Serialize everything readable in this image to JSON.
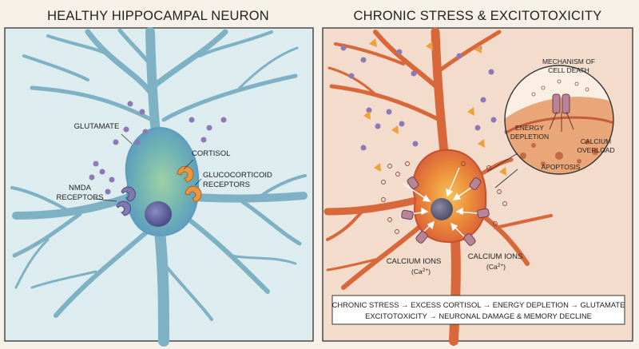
{
  "left_panel": {
    "title": "HEALTHY HIPPOCAMPAL NEURON",
    "labels": {
      "glutamate": "GLUTAMATE",
      "cortisol": "CORTISOL",
      "glucocorticoid_1": "GLUCOCORTICOID",
      "glucocorticoid_2": "RECEPTORS",
      "nmda_1": "NMDA",
      "nmda_2": "RECEPTORS"
    },
    "colors": {
      "background": "#dcecef",
      "neuron": "#7fb1c4",
      "soma": "#6aa8a4",
      "nucleus": "#5d5f9a",
      "receptor_nmda": "#7f79b0",
      "receptor_gc": "#e9963e",
      "glutamate_dot": "#8d79b8"
    }
  },
  "right_panel": {
    "title": "CHRONIC STRESS & EXCITOTOXICITY",
    "inset": {
      "title_1": "MECHANISM OF",
      "title_2": "CELL DEATH",
      "energy_1": "ENERGY",
      "energy_2": "DEPLETION",
      "calcium_1": "CALCIUM",
      "calcium_2": "OVERLOAD",
      "apoptosis": "APOPTOSIS"
    },
    "labels": {
      "calcium_left_1": "CALCIUM IONS",
      "calcium_left_2": "(Ca",
      "calcium_right_1": "CALCIUM IONS",
      "calcium_right_2": "(Ca",
      "superscript": "2+",
      "close_paren": ")"
    },
    "flow_text_1": "CHRONIC STRESS → EXCESS CORTISOL → ENERGY DEPLETION → GLUTAMATE",
    "flow_text_2": "EXCITOTOXICITY → NEURONAL DAMAGE & MEMORY DECLINE",
    "colors": {
      "background": "#f4dccd",
      "neuron": "#d8673a",
      "soma": "#e38a3e",
      "nucleus": "#6b6a8a",
      "cortisol_triangle": "#f0a038",
      "inset_bg": "#e9a679"
    }
  }
}
